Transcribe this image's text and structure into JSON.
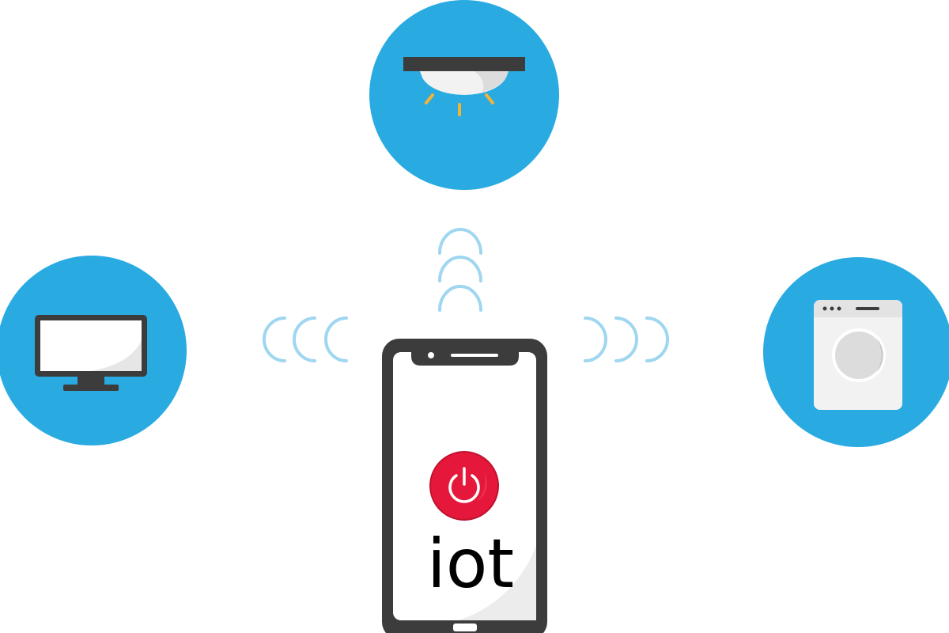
{
  "phone": {
    "app_label": "iot",
    "power_button_color": "#e5173a",
    "frame_color": "#3c3c3c"
  },
  "devices": [
    {
      "name": "ceiling-light",
      "icon": "ceiling-light-icon"
    },
    {
      "name": "monitor",
      "icon": "monitor-icon"
    },
    {
      "name": "washing-machine",
      "icon": "washing-machine-icon"
    }
  ],
  "colors": {
    "device_circle": "#29abe2",
    "signal_waves": "#9fd6f0",
    "light_rays": "#f5b335",
    "device_dark": "#3c3c3c",
    "device_white": "#f2f2f2"
  },
  "icons": [
    "power-icon",
    "signal-waves-icon",
    "ceiling-light-icon",
    "monitor-icon",
    "washing-machine-icon"
  ]
}
